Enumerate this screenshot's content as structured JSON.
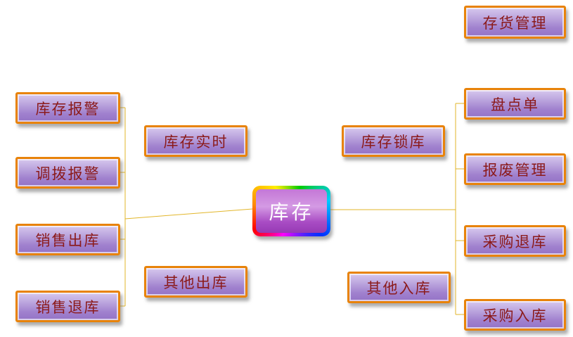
{
  "colors": {
    "node_border": "#e8830a",
    "node_fill_light": "#d7c8ee",
    "node_fill_dark": "#9473c6",
    "node_text": "#8b1a1a",
    "connector_line": "#e2b62a",
    "center_text": "#ffffff",
    "center_border_rainbow": [
      "#ff0000",
      "#ffee00",
      "#00cc00",
      "#00ccff",
      "#0033ff",
      "#ff00ff"
    ]
  },
  "diagram": {
    "center": {
      "id": "inventory",
      "label": "库存"
    },
    "nodes": [
      {
        "id": "inventory-management",
        "label": "存货管理"
      },
      {
        "id": "stock-alarm",
        "label": "库存报警"
      },
      {
        "id": "transfer-alarm",
        "label": "调拨报警"
      },
      {
        "id": "sales-outbound",
        "label": "销售出库"
      },
      {
        "id": "sales-return",
        "label": "销售退库"
      },
      {
        "id": "realtime-inventory",
        "label": "库存实时"
      },
      {
        "id": "other-outbound",
        "label": "其他出库"
      },
      {
        "id": "inventory-lock",
        "label": "库存锁库"
      },
      {
        "id": "other-inbound",
        "label": "其他入库"
      },
      {
        "id": "stocktaking",
        "label": "盘点单"
      },
      {
        "id": "scrap-management",
        "label": "报废管理"
      },
      {
        "id": "purchase-return",
        "label": "采购退库"
      },
      {
        "id": "purchase-inbound",
        "label": "采购入库"
      }
    ]
  }
}
